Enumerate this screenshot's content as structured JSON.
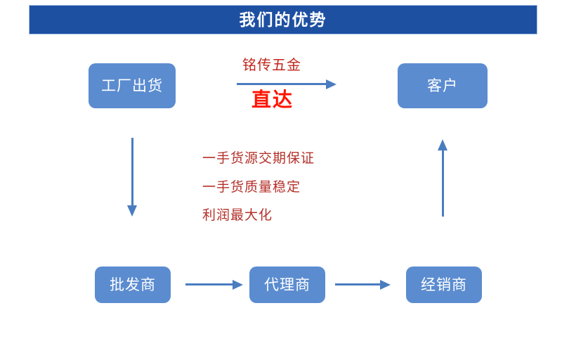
{
  "header": {
    "title": "我们的优势",
    "background": "#1e50a2",
    "text_color": "#ffffff"
  },
  "palette": {
    "node_fill": "#5b8cd0",
    "arrow": "#4a7cc0",
    "brand_red": "#c0251b",
    "direct_red": "#ff1400",
    "benefit_red": "#b4312a"
  },
  "nodes": [
    {
      "id": "factory",
      "label": "工厂出货"
    },
    {
      "id": "customer",
      "label": "客户"
    },
    {
      "id": "wholesaler",
      "label": "批发商"
    },
    {
      "id": "agent",
      "label": "代理商"
    },
    {
      "id": "distributor",
      "label": "经销商"
    }
  ],
  "labels": {
    "brand": "铭传五金",
    "direct": "直达"
  },
  "benefits": [
    "一手货源交期保证",
    "一手货质量稳定",
    "利润最大化"
  ],
  "arrows": [
    {
      "id": "factory-to-customer",
      "direction": "right"
    },
    {
      "id": "wholesaler-to-agent",
      "direction": "right"
    },
    {
      "id": "agent-to-distributor",
      "direction": "right"
    },
    {
      "id": "factory-to-wholesaler",
      "direction": "down"
    },
    {
      "id": "distributor-to-customer",
      "direction": "up"
    }
  ]
}
